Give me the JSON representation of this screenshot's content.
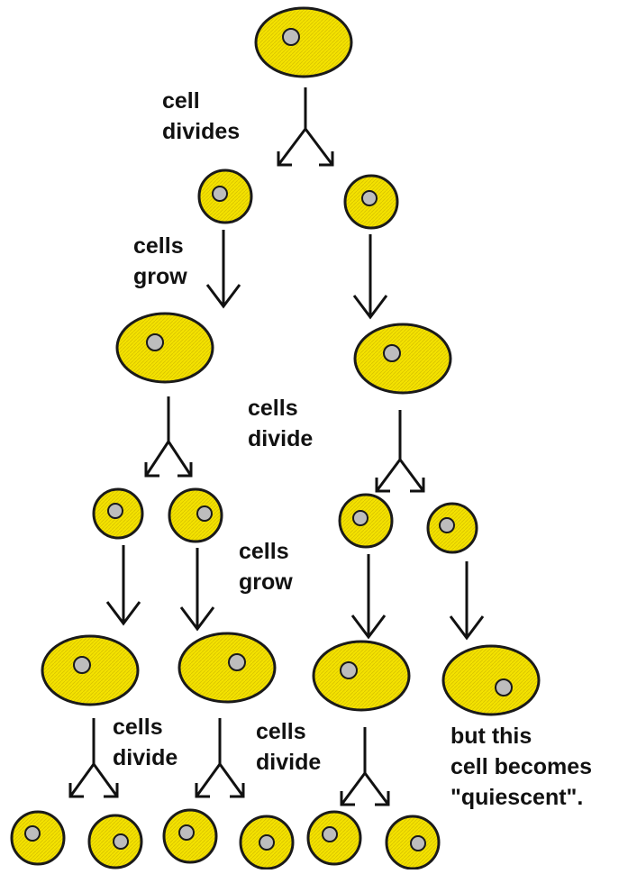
{
  "colors": {
    "cell_fill": "#f4e200",
    "cell_stroke": "#1a1a1a",
    "nucleus_fill": "#bdbdbd",
    "arrow": "#111111",
    "text": "#111111"
  },
  "labels": {
    "cell_divides": {
      "line1": "cell",
      "line2": "divides"
    },
    "cells_grow_1": {
      "line1": "cells",
      "line2": "grow"
    },
    "cells_divide_1": {
      "line1": "cells",
      "line2": "divide"
    },
    "cells_grow_2": {
      "line1": "cells",
      "line2": "grow"
    },
    "cells_divide_2": {
      "line1": "cells",
      "line2": "divide"
    },
    "cells_divide_3": {
      "line1": "cells",
      "line2": "divide"
    },
    "quiescent_note": {
      "line1": "but this",
      "line2": "cell becomes",
      "line3": "\"quiescent\"."
    }
  }
}
